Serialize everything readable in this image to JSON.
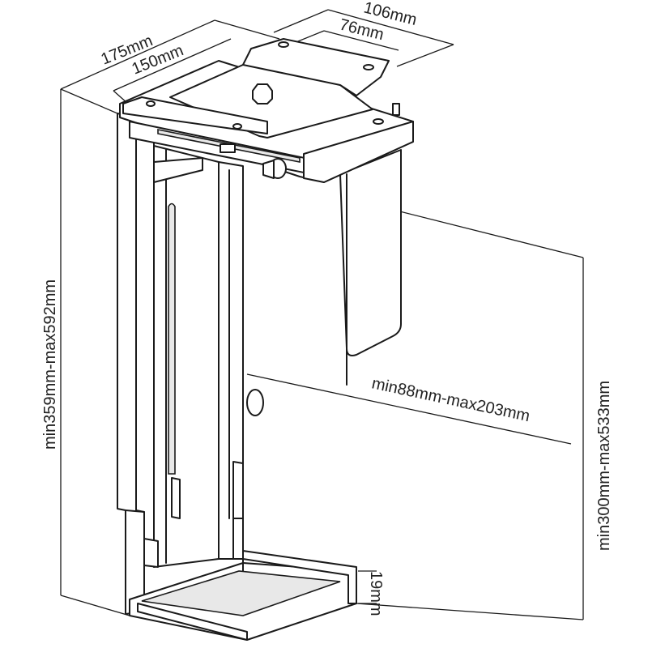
{
  "diagram": {
    "dimensions": {
      "top_width_outer": "106mm",
      "top_width_inner": "76mm",
      "depth_outer": "175mm",
      "depth_inner": "150mm",
      "total_height": "min359mm-max592mm",
      "width_range": "min88mm-max203mm",
      "inner_height": "min300mm-max533mm",
      "base_lip": "19mm"
    },
    "line_color": "#1a1a1a",
    "background": "#ffffff"
  }
}
